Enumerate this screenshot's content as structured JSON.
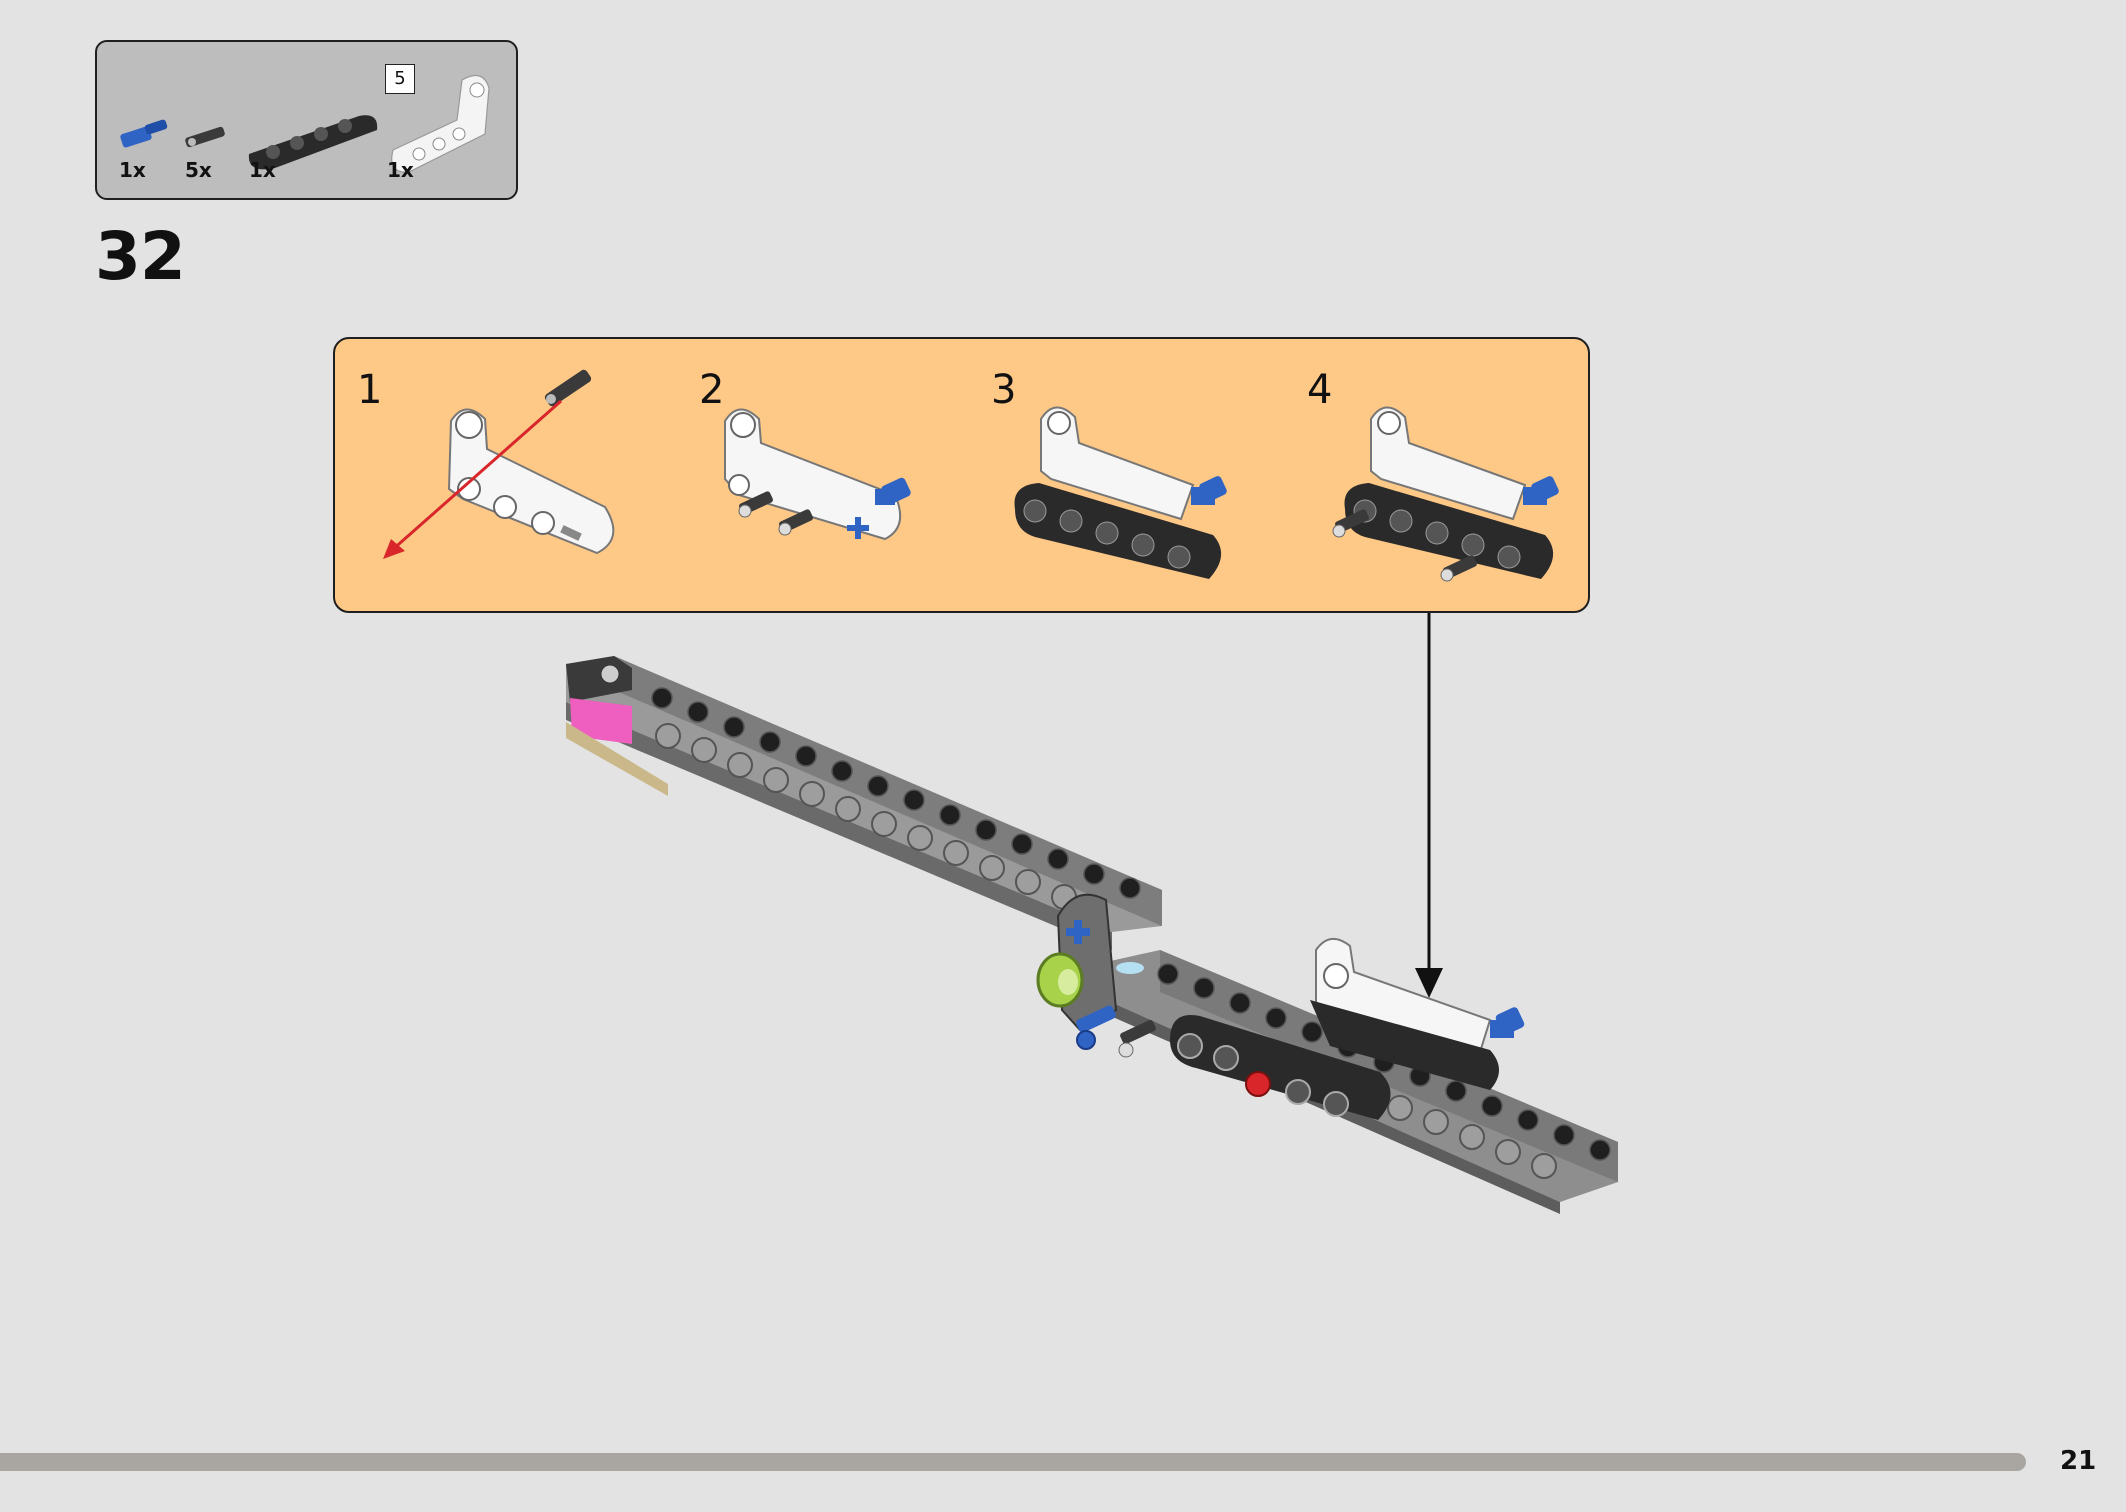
{
  "parts_list": {
    "items": [
      {
        "name": "blue-axle-pin",
        "qty": "1x"
      },
      {
        "name": "black-friction-pin",
        "qty": "5x"
      },
      {
        "name": "black-beam",
        "qty": "1x"
      },
      {
        "name": "white-angled-beam",
        "qty": "1x"
      }
    ],
    "length_badge": "5"
  },
  "step": {
    "number": "32"
  },
  "substeps": [
    {
      "number": "1"
    },
    {
      "number": "2"
    },
    {
      "number": "3"
    },
    {
      "number": "4"
    }
  ],
  "colors": {
    "background": "#e3e3e3",
    "parts_box": "#bdbdbd",
    "callout": "#fec886",
    "arrow_red": "#d9262b",
    "brick_gray": "#8e8e8e",
    "beam_black": "#2a2a2a",
    "pin_blue": "#2f63c4",
    "bush_lime": "#a7d24a",
    "tile_pink": "#ef5fbf",
    "plate_tan": "#cbb88a"
  },
  "page": {
    "number": "21"
  }
}
